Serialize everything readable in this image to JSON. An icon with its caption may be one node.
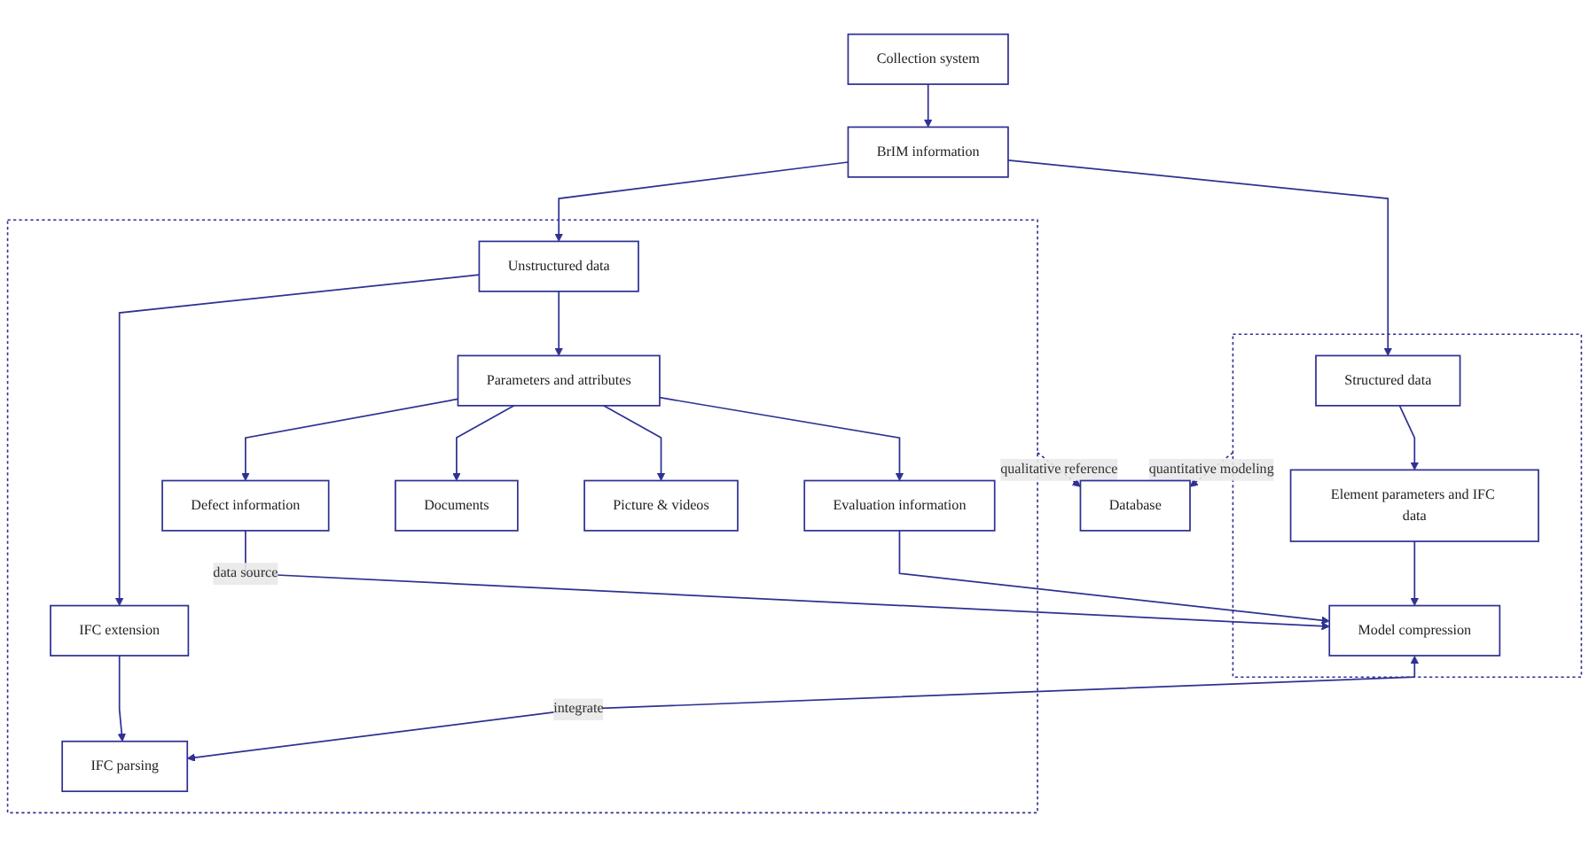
{
  "diagram": {
    "nodes": [
      {
        "text": [
          "BrIM information"
        ]
      },
      {
        "text": [
          "Collection system"
        ]
      },
      {
        "text": [],
        "shape": "box"
      },
      {
        "text": [
          "Structured data"
        ],
        "in": 2
      },
      {
        "text": [
          "Element parameters and IFC data"
        ],
        "in": 2
      },
      {
        "text": [
          "Model compression"
        ],
        "in": 2
      },
      {
        "text": [],
        "shape": "box"
      },
      {
        "text": [
          "Unstructured data"
        ],
        "in": 6
      },
      {
        "text": [
          "IFC extension"
        ],
        "in": 6
      },
      {
        "text": [
          "Parameters and attributes"
        ],
        "in": 6
      },
      {
        "text": [
          "IFC parsing"
        ],
        "in": 6
      },
      {
        "text": [
          "Defect information"
        ],
        "in": 6
      },
      {
        "text": [
          "Evaluation information"
        ],
        "in": 6
      },
      {
        "text": [
          "Documents"
        ],
        "in": 6
      },
      {
        "text": [
          "Picture & videos"
        ],
        "in": 6
      },
      {
        "text": [
          "Database"
        ]
      }
    ],
    "edges": [
      {
        "from": 1,
        "to": 0,
        "arrow": "to"
      },
      {
        "from": 0,
        "to": 3,
        "arrow": "to"
      },
      {
        "from": 0,
        "to": 7,
        "arrow": "to"
      },
      {
        "from": 3,
        "to": 4,
        "arrow": "to"
      },
      {
        "from": 4,
        "to": 5,
        "arrow": "to"
      },
      {
        "from": 7,
        "to": 8,
        "arrow": "to"
      },
      {
        "from": 7,
        "to": 9,
        "arrow": "to"
      },
      {
        "from": 8,
        "to": 10,
        "arrow": "to"
      },
      {
        "from": 9,
        "to": 11,
        "arrow": "to"
      },
      {
        "from": 9,
        "to": 12,
        "arrow": "to"
      },
      {
        "from": 9,
        "to": 13,
        "arrow": "to"
      },
      {
        "from": 9,
        "to": 14,
        "arrow": "to"
      },
      {
        "from": 5,
        "to": 10,
        "arrow": "both",
        "label": "integrate"
      },
      {
        "from": 11,
        "to": 5,
        "arrow": "to",
        "label": "data source"
      },
      {
        "from": 12,
        "to": 5,
        "arrow": "to"
      },
      {
        "from": 2,
        "to": 15,
        "arrow": "to",
        "style": "dashed",
        "label": "quantitative modeling"
      },
      {
        "from": 6,
        "to": 15,
        "arrow": "to",
        "style": "dashed",
        "label": "qualitative reference"
      }
    ]
  }
}
